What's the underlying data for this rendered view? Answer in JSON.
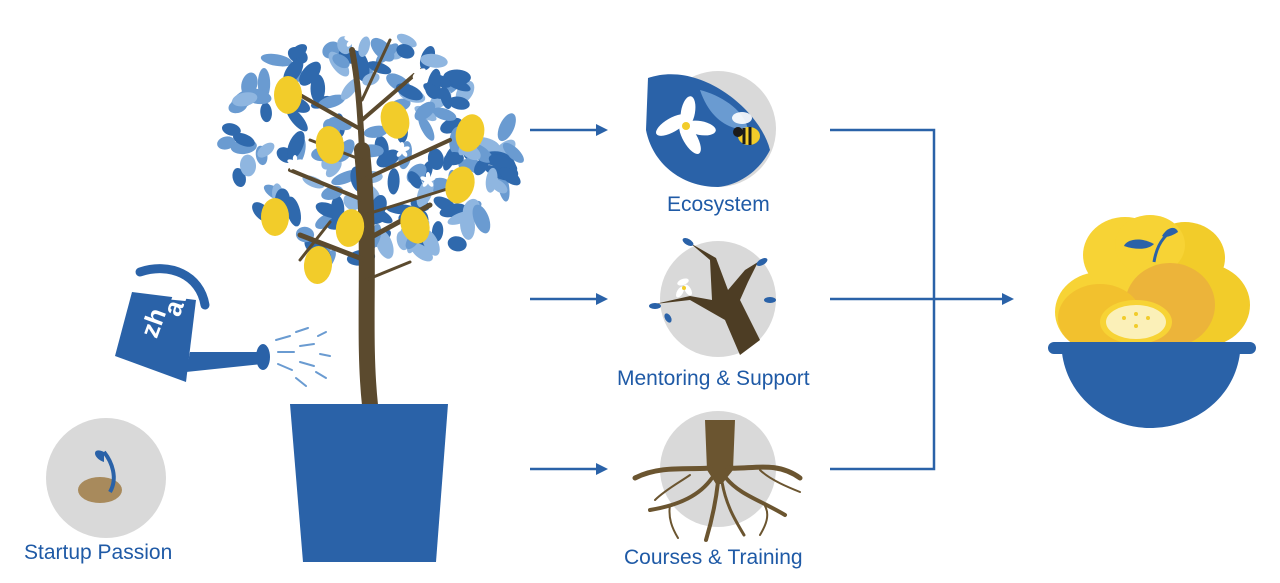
{
  "labels": {
    "startup": "Startup Passion",
    "ecosystem": "Ecosystem",
    "mentoring": "Mentoring & Support",
    "courses": "Courses & Training"
  },
  "can_text": {
    "line1": "zh",
    "line2": "aw"
  },
  "colors": {
    "primary_blue": "#2a62a8",
    "light_blue": "#6a9bd1",
    "lemon_yellow": "#f2cc2a",
    "circle_gray": "#d9d9d9",
    "trunk_brown": "#5b4a2e"
  },
  "icons": [
    "seed-icon",
    "watering-can-icon",
    "lemon-tree-icon",
    "pot-icon",
    "flower-bee-icon",
    "branch-icon",
    "roots-icon",
    "lemon-bowl-icon"
  ]
}
